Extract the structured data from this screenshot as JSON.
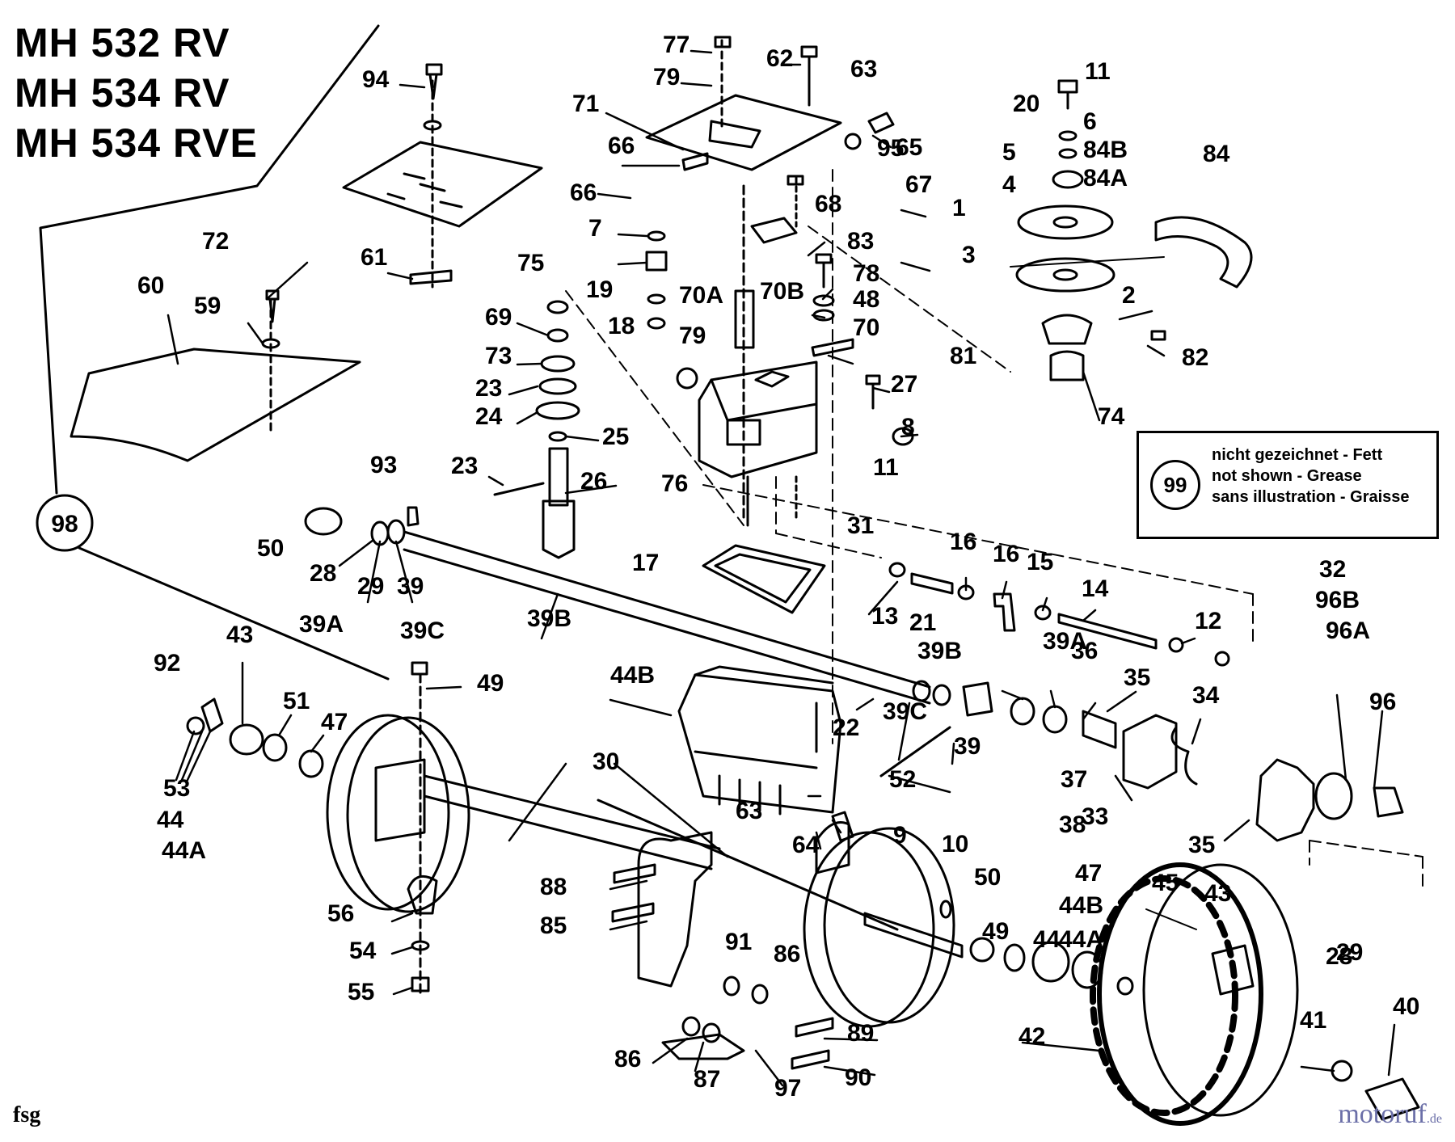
{
  "models": [
    "MH 532 RV",
    "MH 534 RV",
    "MH 534 RVE"
  ],
  "legend": {
    "number": "99",
    "lines": [
      "nicht gezeichnet - Fett",
      "not shown - Grease",
      "sans illustration - Graisse"
    ]
  },
  "corner_label": "fsg",
  "watermark": {
    "main": "motoruf",
    "suffix": ".de"
  },
  "callout_98": "98",
  "part_labels": [
    "77",
    "62",
    "63",
    "79",
    "94",
    "71",
    "95",
    "65",
    "66",
    "67",
    "66",
    "68",
    "7",
    "83",
    "78",
    "48",
    "70",
    "70A",
    "70B",
    "19",
    "18",
    "79",
    "81",
    "75",
    "69",
    "73",
    "23",
    "24",
    "25",
    "26",
    "23",
    "27",
    "76",
    "8",
    "11",
    "11",
    "20",
    "6",
    "5",
    "84B",
    "4",
    "84A",
    "84",
    "1",
    "3",
    "2",
    "82",
    "74",
    "72",
    "59",
    "60",
    "61",
    "93",
    "50",
    "28",
    "29",
    "39",
    "39A",
    "39C",
    "39B",
    "31",
    "16",
    "16",
    "15",
    "14",
    "12",
    "13",
    "17",
    "21",
    "39B",
    "39A",
    "36",
    "35",
    "34",
    "32",
    "96B",
    "96A",
    "96",
    "92",
    "43",
    "51",
    "47",
    "49",
    "53",
    "44",
    "44A",
    "44B",
    "22",
    "39C",
    "39",
    "37",
    "38",
    "35",
    "33",
    "30",
    "52",
    "63",
    "9",
    "64",
    "10",
    "50",
    "49",
    "47",
    "44B",
    "44A",
    "44",
    "45",
    "43",
    "29",
    "28",
    "88",
    "85",
    "56",
    "54",
    "55",
    "91",
    "86",
    "86",
    "87",
    "97",
    "89",
    "90",
    "42",
    "41",
    "40"
  ]
}
